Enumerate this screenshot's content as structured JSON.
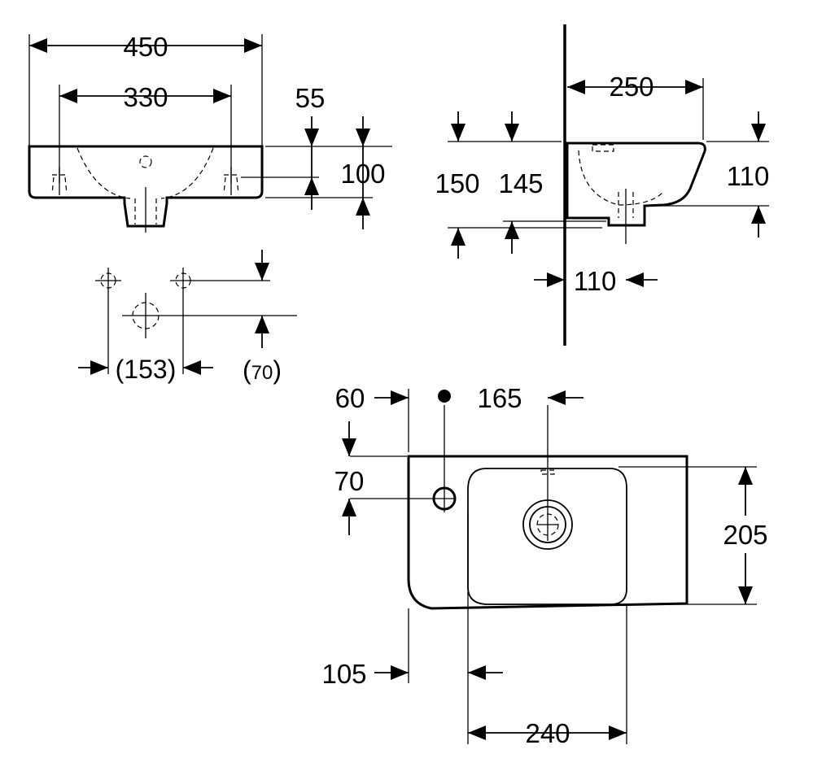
{
  "front_view": {
    "overall_width": "450",
    "tap_hole_spacing": "330",
    "tap_hole_height": "55",
    "basin_depth": "100"
  },
  "side_view": {
    "projection": "250",
    "height_left_a": "150",
    "height_left_b": "145",
    "height_right": "110",
    "waste_offset": "110"
  },
  "tap_detail": {
    "spacing": "(153)",
    "height_prefix": "(",
    "height_value": "70",
    "height_suffix": ")"
  },
  "plan_view": {
    "tap_offset": "60",
    "waste_offset": "165",
    "tap_depth": "70",
    "bowl_depth": "205",
    "bowl_left_offset": "105",
    "bowl_width": "240"
  }
}
